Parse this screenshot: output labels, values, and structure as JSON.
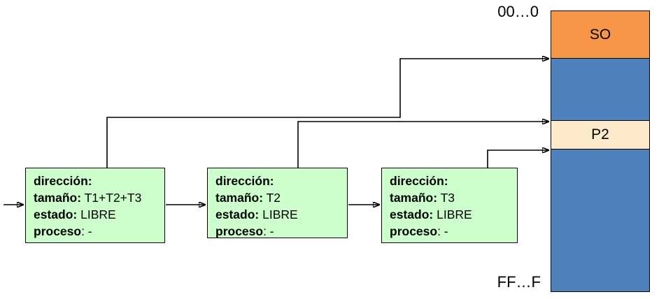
{
  "colors": {
    "os_segment": "#F79646",
    "free_segment": "#4F81BD",
    "process_segment": "#FDEACB",
    "node_box": "#CCFFCC",
    "line": "#000000"
  },
  "memory_map": {
    "top_address_label": "00…0",
    "bottom_address_label": "FF…F",
    "segments": [
      {
        "label": "SO"
      },
      {
        "label": ""
      },
      {
        "label": "P2"
      },
      {
        "label": ""
      }
    ]
  },
  "free_list_nodes": [
    {
      "lines": [
        {
          "label": "dirección:",
          "value": ""
        },
        {
          "label": "tamaño:",
          "value": " T1+T2+T3"
        },
        {
          "label": "estado:",
          "value": " LIBRE"
        },
        {
          "label": "proceso",
          "value": ": -"
        }
      ]
    },
    {
      "lines": [
        {
          "label": "dirección:",
          "value": ""
        },
        {
          "label": "tamaño:",
          "value": " T2"
        },
        {
          "label": "estado:",
          "value": " LIBRE"
        },
        {
          "label": "proceso",
          "value": ": -"
        }
      ]
    },
    {
      "lines": [
        {
          "label": "dirección:",
          "value": ""
        },
        {
          "label": "tamaño:",
          "value": " T3"
        },
        {
          "label": "estado:",
          "value": " LIBRE"
        },
        {
          "label": "proceso",
          "value": ": -"
        }
      ]
    }
  ]
}
